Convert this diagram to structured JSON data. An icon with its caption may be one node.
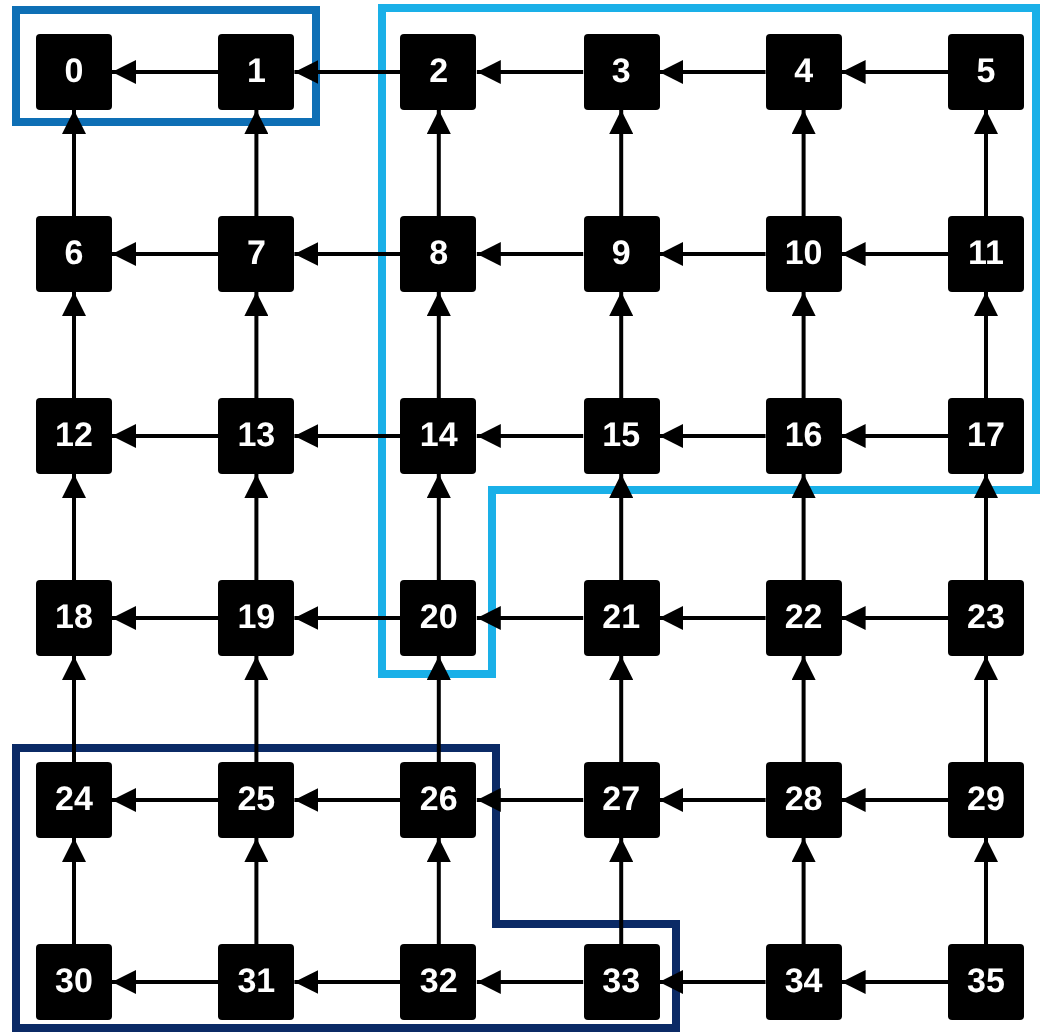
{
  "diagram": {
    "nodes": [
      {
        "text": [
          "0"
        ]
      },
      {
        "text": [
          "1"
        ]
      },
      {
        "text": [
          "2"
        ]
      },
      {
        "text": [
          "3"
        ]
      },
      {
        "text": [
          "4"
        ]
      },
      {
        "text": [
          "5"
        ]
      },
      {
        "text": [
          "6"
        ]
      },
      {
        "text": [
          "7"
        ]
      },
      {
        "text": [
          "8"
        ]
      },
      {
        "text": [
          "9"
        ]
      },
      {
        "text": [
          "10"
        ]
      },
      {
        "text": [
          "11"
        ]
      },
      {
        "text": [
          "12"
        ]
      },
      {
        "text": [
          "13"
        ]
      },
      {
        "text": [
          "14"
        ]
      },
      {
        "text": [
          "15"
        ]
      },
      {
        "text": [
          "16"
        ]
      },
      {
        "text": [
          "17"
        ]
      },
      {
        "text": [
          "18"
        ]
      },
      {
        "text": [
          "19"
        ]
      },
      {
        "text": [
          "20"
        ]
      },
      {
        "text": [
          "21"
        ]
      },
      {
        "text": [
          "22"
        ]
      },
      {
        "text": [
          "23"
        ]
      },
      {
        "text": [
          "24"
        ]
      },
      {
        "text": [
          "25"
        ]
      },
      {
        "text": [
          "26"
        ]
      },
      {
        "text": [
          "27"
        ]
      },
      {
        "text": [
          "28"
        ]
      },
      {
        "text": [
          "29"
        ]
      },
      {
        "text": [
          "30"
        ]
      },
      {
        "text": [
          "31"
        ]
      },
      {
        "text": [
          "32"
        ]
      },
      {
        "text": [
          "33"
        ]
      },
      {
        "text": [
          "34"
        ]
      },
      {
        "text": [
          "35"
        ]
      }
    ],
    "edges": [
      {
        "from": 1,
        "to": 0,
        "arrow": "to"
      },
      {
        "from": 2,
        "to": 1,
        "arrow": "to"
      },
      {
        "from": 3,
        "to": 2,
        "arrow": "to"
      },
      {
        "from": 4,
        "to": 3,
        "arrow": "to"
      },
      {
        "from": 5,
        "to": 4,
        "arrow": "to"
      },
      {
        "from": 6,
        "to": 0,
        "arrow": "to"
      },
      {
        "from": 7,
        "to": 1,
        "arrow": "to"
      },
      {
        "from": 8,
        "to": 2,
        "arrow": "to"
      },
      {
        "from": 9,
        "to": 3,
        "arrow": "to"
      },
      {
        "from": 10,
        "to": 4,
        "arrow": "to"
      },
      {
        "from": 11,
        "to": 5,
        "arrow": "to"
      },
      {
        "from": 7,
        "to": 6,
        "arrow": "to"
      },
      {
        "from": 8,
        "to": 7,
        "arrow": "to"
      },
      {
        "from": 9,
        "to": 8,
        "arrow": "to"
      },
      {
        "from": 10,
        "to": 9,
        "arrow": "to"
      },
      {
        "from": 11,
        "to": 10,
        "arrow": "to"
      },
      {
        "from": 12,
        "to": 6,
        "arrow": "to"
      },
      {
        "from": 13,
        "to": 7,
        "arrow": "to"
      },
      {
        "from": 14,
        "to": 8,
        "arrow": "to"
      },
      {
        "from": 15,
        "to": 9,
        "arrow": "to"
      },
      {
        "from": 16,
        "to": 10,
        "arrow": "to"
      },
      {
        "from": 17,
        "to": 11,
        "arrow": "to"
      },
      {
        "from": 13,
        "to": 12,
        "arrow": "to"
      },
      {
        "from": 14,
        "to": 13,
        "arrow": "to"
      },
      {
        "from": 15,
        "to": 14,
        "arrow": "to"
      },
      {
        "from": 16,
        "to": 15,
        "arrow": "to"
      },
      {
        "from": 17,
        "to": 16,
        "arrow": "to"
      },
      {
        "from": 18,
        "to": 12,
        "arrow": "to"
      },
      {
        "from": 19,
        "to": 13,
        "arrow": "to"
      },
      {
        "from": 20,
        "to": 14,
        "arrow": "to"
      },
      {
        "from": 21,
        "to": 15,
        "arrow": "to"
      },
      {
        "from": 22,
        "to": 16,
        "arrow": "to"
      },
      {
        "from": 23,
        "to": 17,
        "arrow": "to"
      },
      {
        "from": 19,
        "to": 18,
        "arrow": "to"
      },
      {
        "from": 20,
        "to": 19,
        "arrow": "to"
      },
      {
        "from": 21,
        "to": 20,
        "arrow": "to"
      },
      {
        "from": 22,
        "to": 21,
        "arrow": "to"
      },
      {
        "from": 23,
        "to": 22,
        "arrow": "to"
      },
      {
        "from": 24,
        "to": 18,
        "arrow": "to"
      },
      {
        "from": 25,
        "to": 19,
        "arrow": "to"
      },
      {
        "from": 26,
        "to": 20,
        "arrow": "to"
      },
      {
        "from": 27,
        "to": 21,
        "arrow": "to"
      },
      {
        "from": 28,
        "to": 22,
        "arrow": "to"
      },
      {
        "from": 29,
        "to": 23,
        "arrow": "to"
      },
      {
        "from": 25,
        "to": 24,
        "arrow": "to"
      },
      {
        "from": 26,
        "to": 25,
        "arrow": "to"
      },
      {
        "from": 27,
        "to": 26,
        "arrow": "to"
      },
      {
        "from": 28,
        "to": 27,
        "arrow": "to"
      },
      {
        "from": 29,
        "to": 28,
        "arrow": "to"
      },
      {
        "from": 30,
        "to": 24,
        "arrow": "to"
      },
      {
        "from": 31,
        "to": 25,
        "arrow": "to"
      },
      {
        "from": 32,
        "to": 26,
        "arrow": "to"
      },
      {
        "from": 33,
        "to": 27,
        "arrow": "to"
      },
      {
        "from": 34,
        "to": 28,
        "arrow": "to"
      },
      {
        "from": 35,
        "to": 29,
        "arrow": "to"
      },
      {
        "from": 31,
        "to": 30,
        "arrow": "to"
      },
      {
        "from": 32,
        "to": 31,
        "arrow": "to"
      },
      {
        "from": 33,
        "to": 32,
        "arrow": "to"
      },
      {
        "from": 34,
        "to": 33,
        "arrow": "to"
      },
      {
        "from": 35,
        "to": 34,
        "arrow": "to"
      }
    ]
  }
}
